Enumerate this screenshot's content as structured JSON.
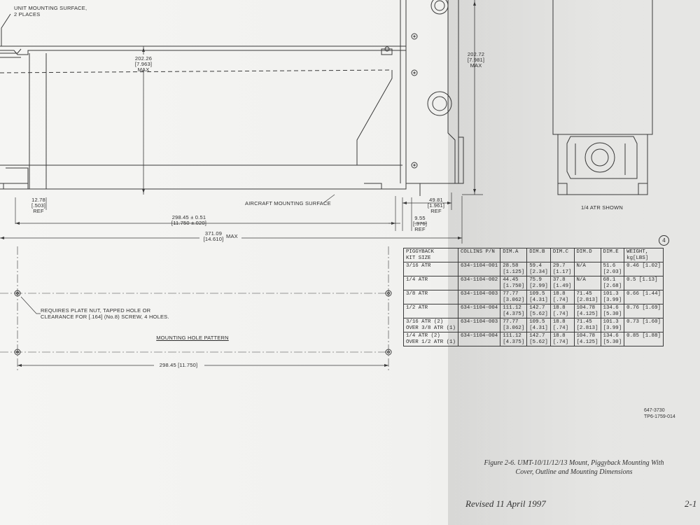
{
  "labels": {
    "unit_surface_1": "UNIT MOUNTING SURFACE,",
    "unit_surface_2": "2 PLACES",
    "dim_202_26": "202.26",
    "dim_7_963": "[7.963]",
    "max_a": "MAX",
    "dim_202_72": "202.72",
    "dim_7_981": "[7.981]",
    "max_b": "MAX",
    "aircraft_surface": "AIRCRAFT MOUNTING SURFACE",
    "dim_12_78": "12.78",
    "dim_503": "[.503]",
    "ref_a": "REF",
    "dim_49_81": "49.81",
    "dim_1_961": "[1.961]",
    "ref_b": "REF",
    "dim_9_55": "9.55",
    "dim_376": "[.376]",
    "ref_c": "REF",
    "dim_298_45_tol": "298.45 ± 0.51",
    "dim_11_750_tol": "[11.750 ±.020]",
    "dim_371_09": "371.09",
    "dim_14_610": "[14.610]",
    "max_c": "MAX",
    "atr_shown": "1/4 ATR SHOWN",
    "plate_nut_1": "REQUIRES PLATE NUT, TAPPED HOLE OR",
    "plate_nut_2": "CLEARANCE FOR [.164] (No.8) SCREW, 4 HOLES.",
    "mounting_hole_pattern": "MOUNTING HOLE PATTERN",
    "dim_298_45": "298.45 [11.750]"
  },
  "note_number": "4",
  "table": {
    "headers": [
      "PIGGYBACK\nKIT SIZE",
      "COLLINS P/N",
      "DIM.A",
      "DIM.B",
      "DIM.C",
      "DIM.D",
      "DIM.E",
      "WEIGHT,\nkg[LBS]"
    ],
    "rows": [
      [
        "3/16 ATR",
        "634-1104-001",
        "28.58\n[1.125]",
        "59.4\n[2.34]",
        "29.7\n[1.17]",
        "N/A",
        "51.6\n[2.03]",
        "0.46 [1.02]"
      ],
      [
        "1/4 ATR",
        "634-1104-002",
        "44.45\n[1.750]",
        "75.9\n[2.99]",
        "37.8\n[1.49]",
        "N/A",
        "68.1\n[2.68]",
        "0.5 [1.13]"
      ],
      [
        "3/8 ATR",
        "634-1104-003",
        "77.77\n[3.062]",
        "109.5\n[4.31]",
        "18.8\n[.74]",
        "71.45\n[2.813]",
        "101.3\n[3.99]",
        "0.66 [1.44]"
      ],
      [
        "1/2 ATR",
        "634-1104-004",
        "111.12\n[4.375]",
        "142.7\n[5.62]",
        "18.8\n[.74]",
        "104.78\n[4.125]",
        "134.6\n[5.30]",
        "0.76 [1.69]"
      ],
      [
        "3/16 ATR (2)\nOVER 3/8 ATR (1)",
        "634-1104-003",
        "77.77\n[3.062]",
        "109.5\n[4.31]",
        "18.8\n[.74]",
        "71.45\n[2.813]",
        "101.3\n[3.99]",
        "0.73 [1.60]"
      ],
      [
        "1/4 ATR (2)\nOVER 1/2 ATR (1)",
        "634-1104-004",
        "111.12\n[4.375]",
        "142.7\n[5.62]",
        "18.8\n[.74]",
        "104.78\n[4.125]",
        "134.6\n[5.30]",
        "0.85 [1.88]"
      ]
    ]
  },
  "doc_numbers": "647-3730\nTP6-1759-014",
  "caption_line1": "Figure 2-6. UMT-10/11/12/13 Mount, Piggyback Mounting With",
  "caption_line2": "Cover, Outline and Mounting Dimensions",
  "revised": "Revised 11 April 1997",
  "page_number": "2-1"
}
